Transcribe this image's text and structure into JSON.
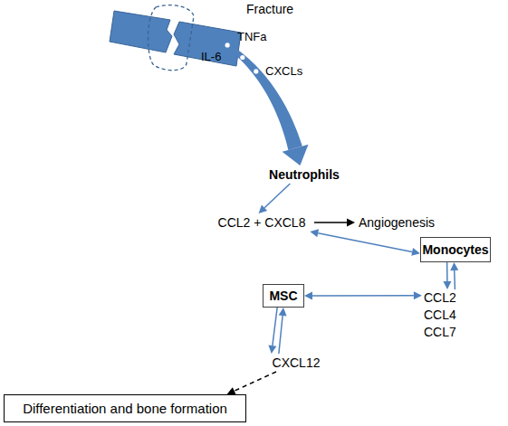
{
  "diagram": {
    "nodes": [
      {
        "text": [
          "Fracture"
        ]
      },
      {
        "text": [
          "Neutrophils"
        ]
      },
      {
        "text": [
          "CCL2 + CXCL8"
        ]
      },
      {
        "text": [
          "Angiogenesis"
        ]
      },
      {
        "text": [
          "Monocytes"
        ]
      },
      {
        "text": [
          "CCL2 CCL4 CCL7"
        ]
      },
      {
        "text": [
          "MSC"
        ]
      },
      {
        "text": [
          "CXCL12"
        ]
      },
      {
        "text": [
          "Differentiation and bone formation"
        ]
      }
    ],
    "edges": [
      {
        "from": 0,
        "to": 1,
        "arrow": "to"
      },
      {
        "from": 1,
        "to": 2,
        "arrow": "to"
      },
      {
        "from": 2,
        "to": 3,
        "arrow": "to"
      },
      {
        "from": 2,
        "to": 4,
        "arrow": "both"
      },
      {
        "from": 4,
        "to": 5,
        "arrow": "to"
      },
      {
        "from": 5,
        "to": 4,
        "arrow": "to"
      },
      {
        "from": 6,
        "to": 5,
        "arrow": "both"
      },
      {
        "from": 6,
        "to": 7,
        "arrow": "to"
      },
      {
        "from": 7,
        "to": 6,
        "arrow": "to"
      },
      {
        "from": 7,
        "to": 8,
        "arrow": "to"
      }
    ],
    "labels": [
      "TNFa",
      "IL-6",
      "CXCLs"
    ]
  }
}
